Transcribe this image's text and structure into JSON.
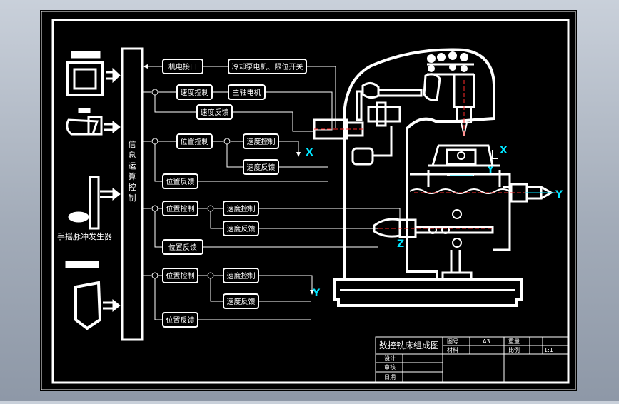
{
  "diagram": {
    "blocks": {
      "relay_interface": "机电接口",
      "coolant_motor": "冷却泵电机、限位开关",
      "speed_control_spindle": "速度控制",
      "spindle_motor": "主轴电机",
      "speed_feedback_spindle": "速度反馈",
      "pos_control_x": "位置控制",
      "speed_control_x": "速度控制",
      "speed_feedback_x": "速度反馈",
      "pos_feedback_x": "位置反馈",
      "pos_control_z": "位置控制",
      "speed_control_z": "速度控制",
      "speed_feedback_z": "速度反馈",
      "pos_feedback_z": "位置反馈",
      "pos_control_y": "位置控制",
      "speed_control_y": "速度控制",
      "speed_feedback_y": "速度反馈",
      "pos_feedback_y": "位置反馈"
    },
    "controller_chars": [
      "信",
      "息",
      "运",
      "算",
      "控",
      "制"
    ],
    "handwheel_label": "手摇脉冲发生器",
    "axis_labels": {
      "x1": "X",
      "x2": "X",
      "y1": "Y",
      "y2": "Y",
      "y3": "Y",
      "z": "Z"
    }
  },
  "title_block": {
    "title": "数控铣床组成图",
    "rows": [
      "设计",
      "审核",
      "日期"
    ],
    "cells": [
      "图号",
      "A3",
      "重量",
      "材料",
      "比例",
      "1:1"
    ]
  },
  "colors": {
    "line": "#ffffff",
    "accent": "#00e5ff",
    "centerline": "#ff2a2a",
    "background": "#000000"
  }
}
